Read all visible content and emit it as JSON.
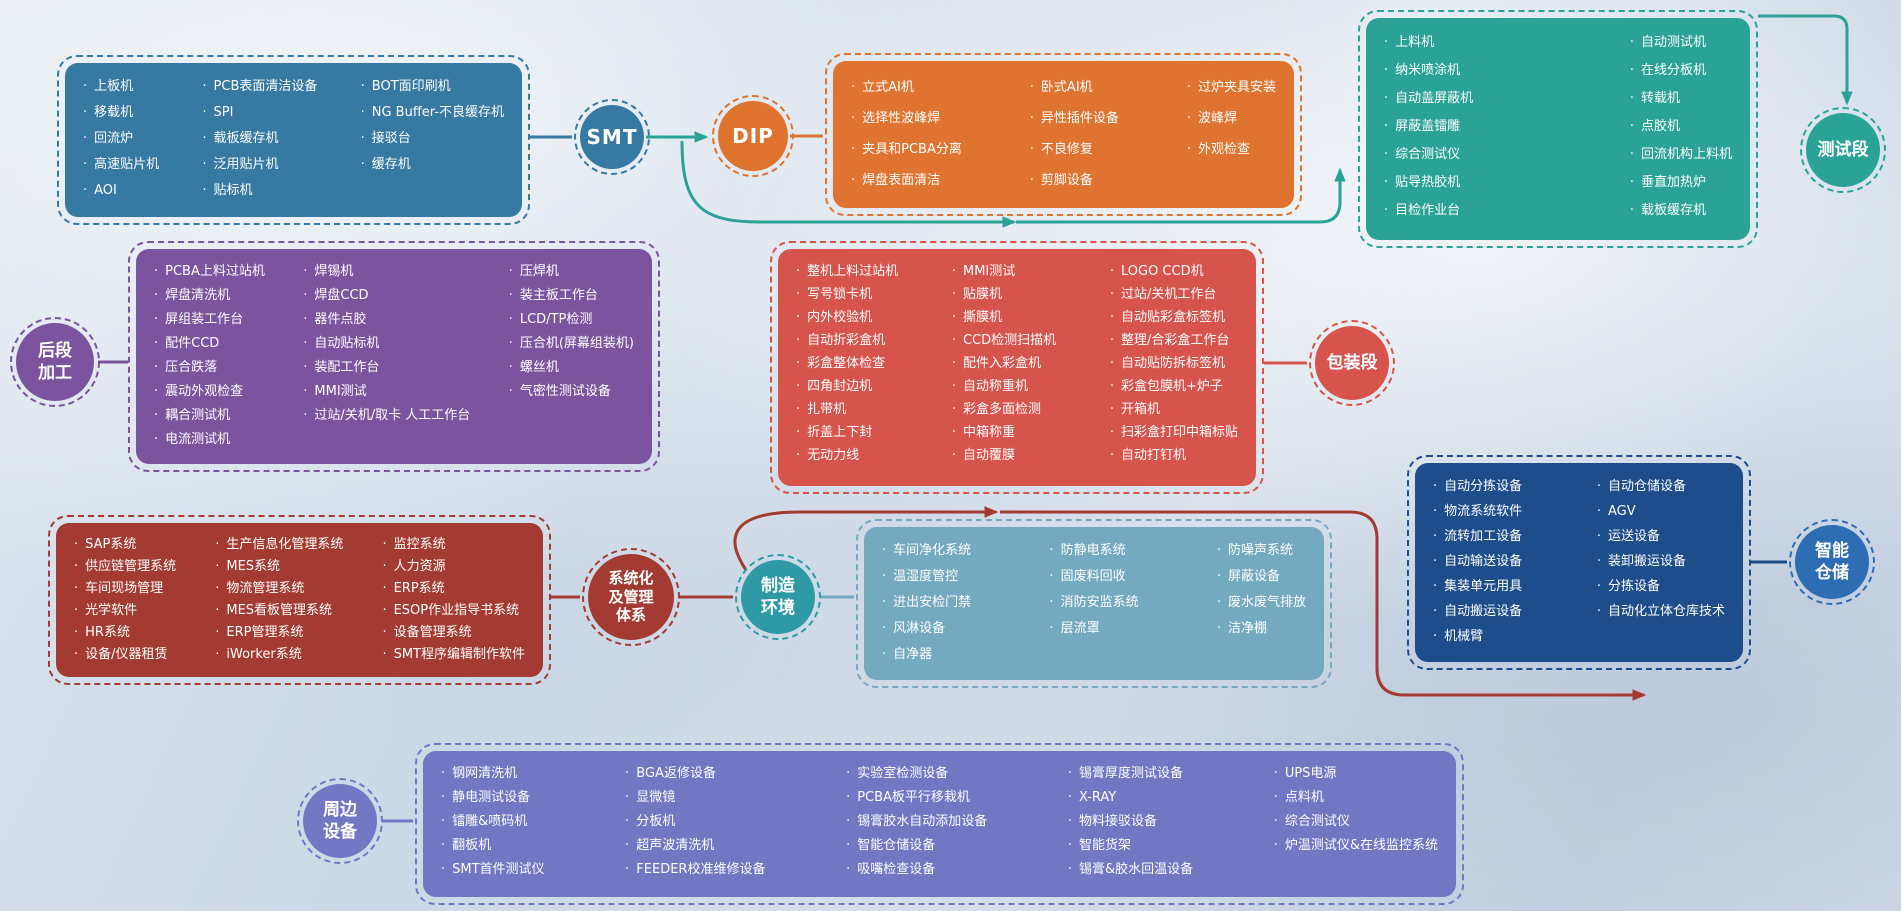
{
  "palette": {
    "smt": "#3679a2",
    "dip": "#df7430",
    "test": "#2aa396",
    "backend": "#7b539e",
    "packaging": "#d6544c",
    "system": "#a33b32",
    "envBox": "#74aabf",
    "envCircle": "#2e9aa6",
    "whBox": "#1d4d8b",
    "whCircle": "#2e6cb3",
    "peripheral": "#7177c2",
    "arrowTeal": "#2aa396",
    "arrowRed": "#a33b32"
  },
  "stages": {
    "smt": {
      "label": "SMT",
      "columns": [
        [
          "上板机",
          "移载机",
          "回流炉",
          "高速贴片机",
          "AOI"
        ],
        [
          "PCB表面清洁设备",
          "SPI",
          "载板缓存机",
          "泛用贴片机",
          "贴标机"
        ],
        [
          "BOT面印刷机",
          "NG Buffer-不良缓存机",
          "接驳台",
          "缓存机"
        ]
      ]
    },
    "dip": {
      "label": "DIP",
      "columns": [
        [
          "立式AI机",
          "选择性波峰焊",
          "夹具和PCBA分离",
          "焊盘表面清洁"
        ],
        [
          "卧式AI机",
          "异性插件设备",
          "不良修复",
          "剪脚设备"
        ],
        [
          "过炉夹具安装",
          "波峰焊",
          "外观检查"
        ]
      ]
    },
    "test": {
      "label": "测试段",
      "columns": [
        [
          "上料机",
          "纳米喷涂机",
          "自动盖屏蔽机",
          "屏蔽盖镭雕",
          "综合测试仪",
          "贴导热胶机",
          "目检作业台"
        ],
        [
          "自动测试机",
          "在线分板机",
          "转载机",
          "点胶机",
          "回流机构上料机",
          "垂直加热炉",
          "载板缓存机"
        ]
      ]
    },
    "backend": {
      "label": "后段\n加工",
      "columns": [
        [
          "PCBA上料过站机",
          "焊盘清洗机",
          "屏组装工作台",
          "配件CCD",
          "压合跌落",
          "震动外观检查",
          "耦合测试机",
          "电流测试机"
        ],
        [
          "焊锡机",
          "焊盘CCD",
          "器件点胶",
          "自动贴标机",
          "装配工作台",
          "MMI测试",
          "过站/关机/取卡 人工工作台"
        ],
        [
          "压焊机",
          "装主板工作台",
          "LCD/TP检测",
          "压合机(屏幕组装机)",
          "螺丝机",
          "气密性测试设备"
        ]
      ]
    },
    "packaging": {
      "label": "包装段",
      "columns": [
        [
          "整机上料过站机",
          "写号锁卡机",
          "内外校验机",
          "自动折彩盒机",
          "彩盒整体检查",
          "四角封边机",
          "扎带机",
          "折盖上下封",
          "无动力线"
        ],
        [
          "MMI测试",
          "贴膜机",
          "撕膜机",
          "CCD检测扫描机",
          "配件入彩盒机",
          "自动称重机",
          "彩盒多面检测",
          "中箱称重",
          "自动覆膜"
        ],
        [
          "LOGO CCD机",
          "过站/关机工作台",
          "自动贴彩盒标签机",
          "整理/合彩盒工作台",
          "自动贴防拆标签机",
          "彩盒包膜机+炉子",
          "开箱机",
          "扫彩盒打印中箱标贴",
          "自动打钉机"
        ]
      ]
    },
    "system": {
      "label": "系统化\n及管理\n体系",
      "columns": [
        [
          "SAP系统",
          "供应链管理系统",
          "车间现场管理",
          "光学软件",
          "HR系统",
          "设备/仪器租赁"
        ],
        [
          "生产信息化管理系统",
          "MES系统",
          "物流管理系统",
          "MES看板管理系统",
          "ERP管理系统",
          "iWorker系统"
        ],
        [
          "监控系统",
          "人力资源",
          "ERP系统",
          "ESOP作业指导书系统",
          "设备管理系统",
          "SMT程序编辑制作软件"
        ]
      ]
    },
    "environment": {
      "label": "制造\n环境",
      "columns": [
        [
          "车间净化系统",
          "温湿度管控",
          "进出安检门禁",
          "风淋设备",
          "自净器"
        ],
        [
          "防静电系统",
          "固废料回收",
          "消防安监系统",
          "层流罩"
        ],
        [
          "防噪声系统",
          "屏蔽设备",
          "废水废气排放",
          "洁净棚"
        ]
      ]
    },
    "warehouse": {
      "label": "智能\n仓储",
      "columns": [
        [
          "自动分拣设备",
          "物流系统软件",
          "流转加工设备",
          "自动输送设备",
          "集装单元用具",
          "自动搬运设备",
          "机械臂"
        ],
        [
          "自动仓储设备",
          "AGV",
          "运送设备",
          "装卸搬运设备",
          "分拣设备",
          "自动化立体仓库技术"
        ]
      ]
    },
    "peripheral": {
      "label": "周边\n设备",
      "columns": [
        [
          "钢网清洗机",
          "静电测试设备",
          "镭雕&喷码机",
          "翻板机",
          "SMT首件测试仪"
        ],
        [
          "BGA返修设备",
          "显微镜",
          "分板机",
          "超声波清洗机",
          "FEEDER校准维修设备"
        ],
        [
          "实验室检测设备",
          "PCBA板平行移栽机",
          "锡膏胶水自动添加设备",
          "智能仓储设备",
          "吸嘴检查设备"
        ],
        [
          "锡膏厚度测试设备",
          "X-RAY",
          "物料接驳设备",
          "智能货架",
          "锡膏&胶水回温设备"
        ],
        [
          "UPS电源",
          "点料机",
          "综合测试仪",
          "炉温测试仪&在线监控系统"
        ]
      ]
    }
  }
}
